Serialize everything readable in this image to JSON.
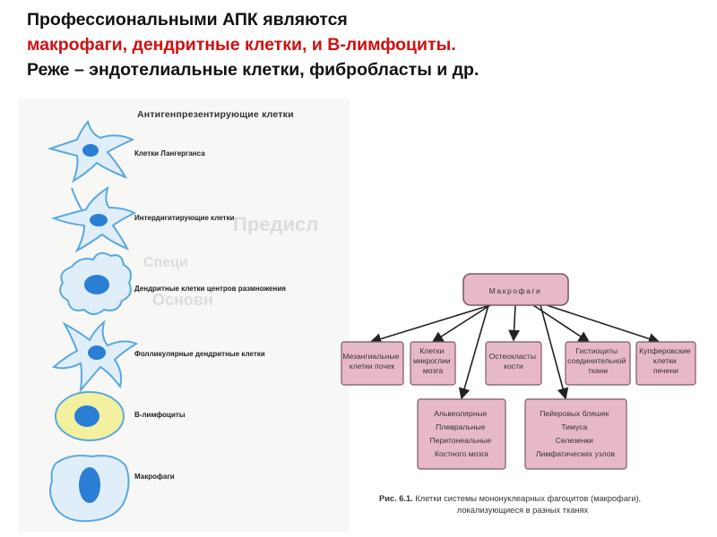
{
  "heading": {
    "line1": "Профессиональными АПК являются",
    "line2": "макрофаги, дендритные клетки, и B-лимфоциты.",
    "line3": "Реже – эндотелиальные клетки, фибробласты и др."
  },
  "left_panel": {
    "title": "Антигенпрезентирующие клетки",
    "cells": [
      {
        "label": "Клетки Лангерганса"
      },
      {
        "label": "Интердигитирующие клетки"
      },
      {
        "label": "Дендритные клетки центров размножения"
      },
      {
        "label": "Фолликулярные дендритные клетки"
      },
      {
        "label": "В-лимфоциты"
      },
      {
        "label": "Макрофаги"
      }
    ]
  },
  "diagram": {
    "root": "Макрофаги",
    "row1": [
      {
        "lines": [
          "Мезангиальные",
          "клетки почек"
        ]
      },
      {
        "lines": [
          "Клетки",
          "микроглии",
          "мозга"
        ]
      },
      {
        "lines": [
          "Остеокласты",
          "кости"
        ]
      },
      {
        "lines": [
          "Гистиоциты",
          "соединительной",
          "ткани"
        ]
      },
      {
        "lines": [
          "Купферовские",
          "клетки",
          "печени"
        ]
      }
    ],
    "row2": [
      {
        "lines": [
          "Альвеолярные",
          "Плевральные",
          "Перитонеальные",
          "Костного мозга"
        ]
      },
      {
        "lines": [
          "Пейеровых бляшек",
          "Тимуса",
          "Селезенки",
          "Лимфатических узлов"
        ]
      }
    ]
  },
  "caption": {
    "prefix": "Рис. 6.1.",
    "line1": "Клетки системы мононуклеарных фагоцитов (макрофаги),",
    "line2": "локализующиеся в разных тканях"
  },
  "colors": {
    "heading_text": "#111111",
    "heading_accent": "#d01010",
    "box_fill": "#e7b9c8",
    "box_stroke": "#7a5a66",
    "cell_fill": "#dfeef9",
    "cell_stroke": "#5aa9e0",
    "nucleus": "#2a7fd4",
    "b_cell_fill": "#f3f0a0"
  }
}
